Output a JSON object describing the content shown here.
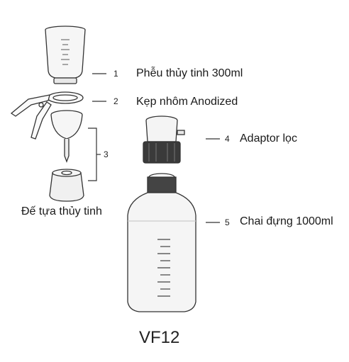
{
  "parts": [
    {
      "number": "1",
      "label": "Phễu thủy tinh 300ml"
    },
    {
      "number": "2",
      "label": "Kẹp nhôm Anodized"
    },
    {
      "number": "3",
      "label": "Đế tựa thủy tinh"
    },
    {
      "number": "4",
      "label": "Adaptor lọc"
    },
    {
      "number": "5",
      "label": "Chai đựng 1000ml"
    }
  ],
  "model": "VF12",
  "colors": {
    "line": "#333333",
    "glass": "#f4f4f4",
    "dark": "#3a3a3a"
  }
}
